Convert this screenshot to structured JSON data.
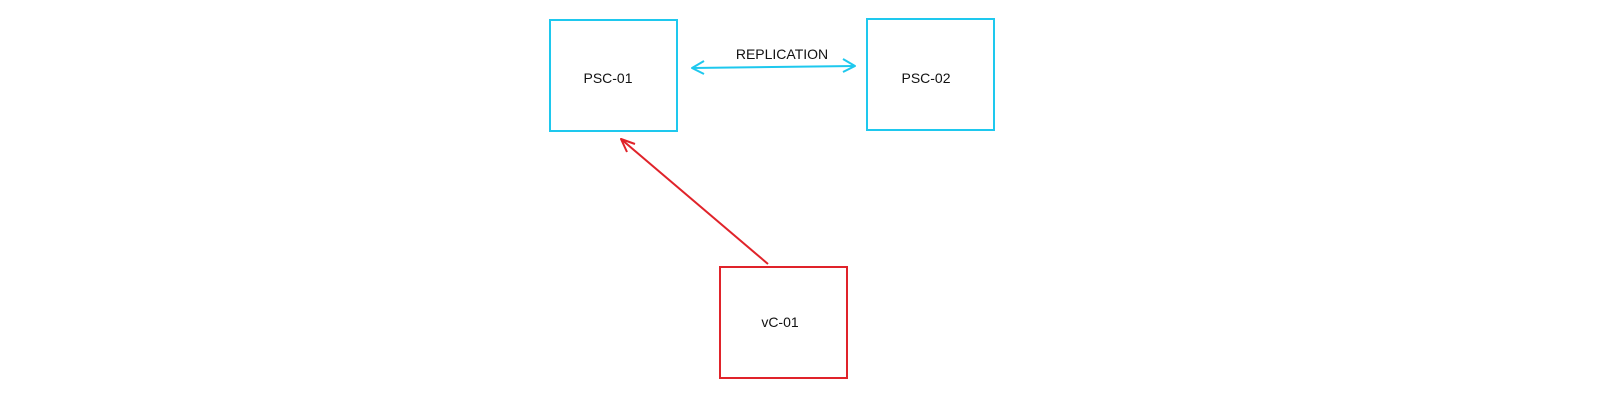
{
  "diagram": {
    "nodes": {
      "psc01": {
        "label": "PSC-01",
        "color": "#1ec8ee"
      },
      "psc02": {
        "label": "PSC-02",
        "color": "#1ec8ee"
      },
      "vc01": {
        "label": "vC-01",
        "color": "#e0232a"
      }
    },
    "edges": {
      "replication": {
        "from": "PSC-01",
        "to": "PSC-02",
        "label": "REPLICATION",
        "direction": "bidirectional",
        "color": "#1ec8ee"
      },
      "vc_to_psc": {
        "from": "vC-01",
        "to": "PSC-01",
        "label": "",
        "direction": "forward",
        "color": "#e0232a"
      }
    }
  }
}
